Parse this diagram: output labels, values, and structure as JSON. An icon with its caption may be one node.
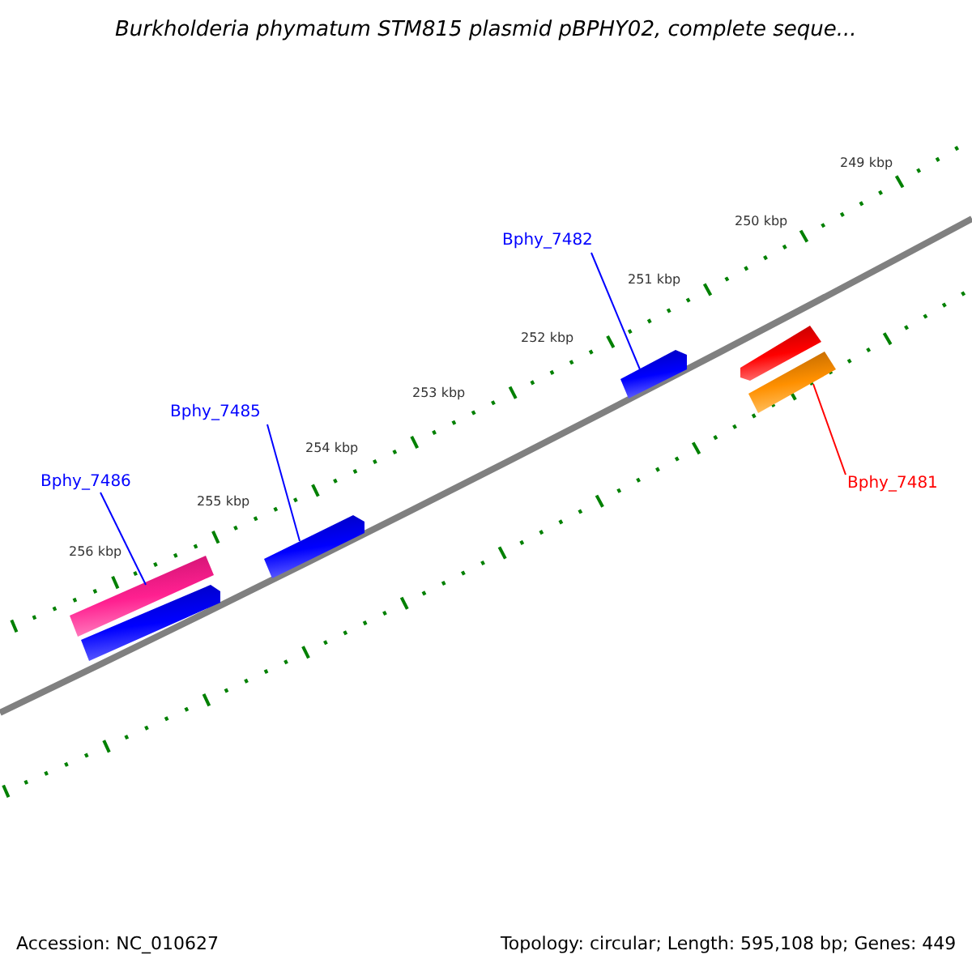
{
  "diagram": {
    "title": "Burkholderia phymatum STM815 plasmid pBPHY02, complete seque...",
    "nodes": [
      {
        "text": [
          "Bphy_7486"
        ]
      },
      {
        "text": [
          "Bphy_7485"
        ]
      },
      {
        "text": [
          "Bphy_7482"
        ]
      },
      {
        "text": [
          "Bphy_7481"
        ]
      },
      {
        "text": [],
        "shape": "bar"
      },
      {
        "text": [],
        "shape": "arrow"
      },
      {
        "text": [],
        "shape": "arrow"
      },
      {
        "text": [],
        "shape": "arrow"
      },
      {
        "text": [],
        "shape": "arrow"
      },
      {
        "text": [],
        "shape": "bar"
      }
    ],
    "edges": [
      {
        "from": 0,
        "to": 4,
        "arrow": "none"
      },
      {
        "from": 1,
        "to": 6,
        "arrow": "none"
      },
      {
        "from": 2,
        "to": 7,
        "arrow": "none"
      },
      {
        "from": 3,
        "to": 9,
        "arrow": "none",
        "color": "#ff0000"
      }
    ],
    "labels": [
      "249 kbp",
      "250 kbp",
      "251 kbp",
      "252 kbp",
      "253 kbp",
      "254 kbp",
      "255 kbp",
      "256 kbp",
      "Accession: NC_010627",
      "Topology: circular; Length: 595,108 bp; Genes: 449"
    ]
  }
}
